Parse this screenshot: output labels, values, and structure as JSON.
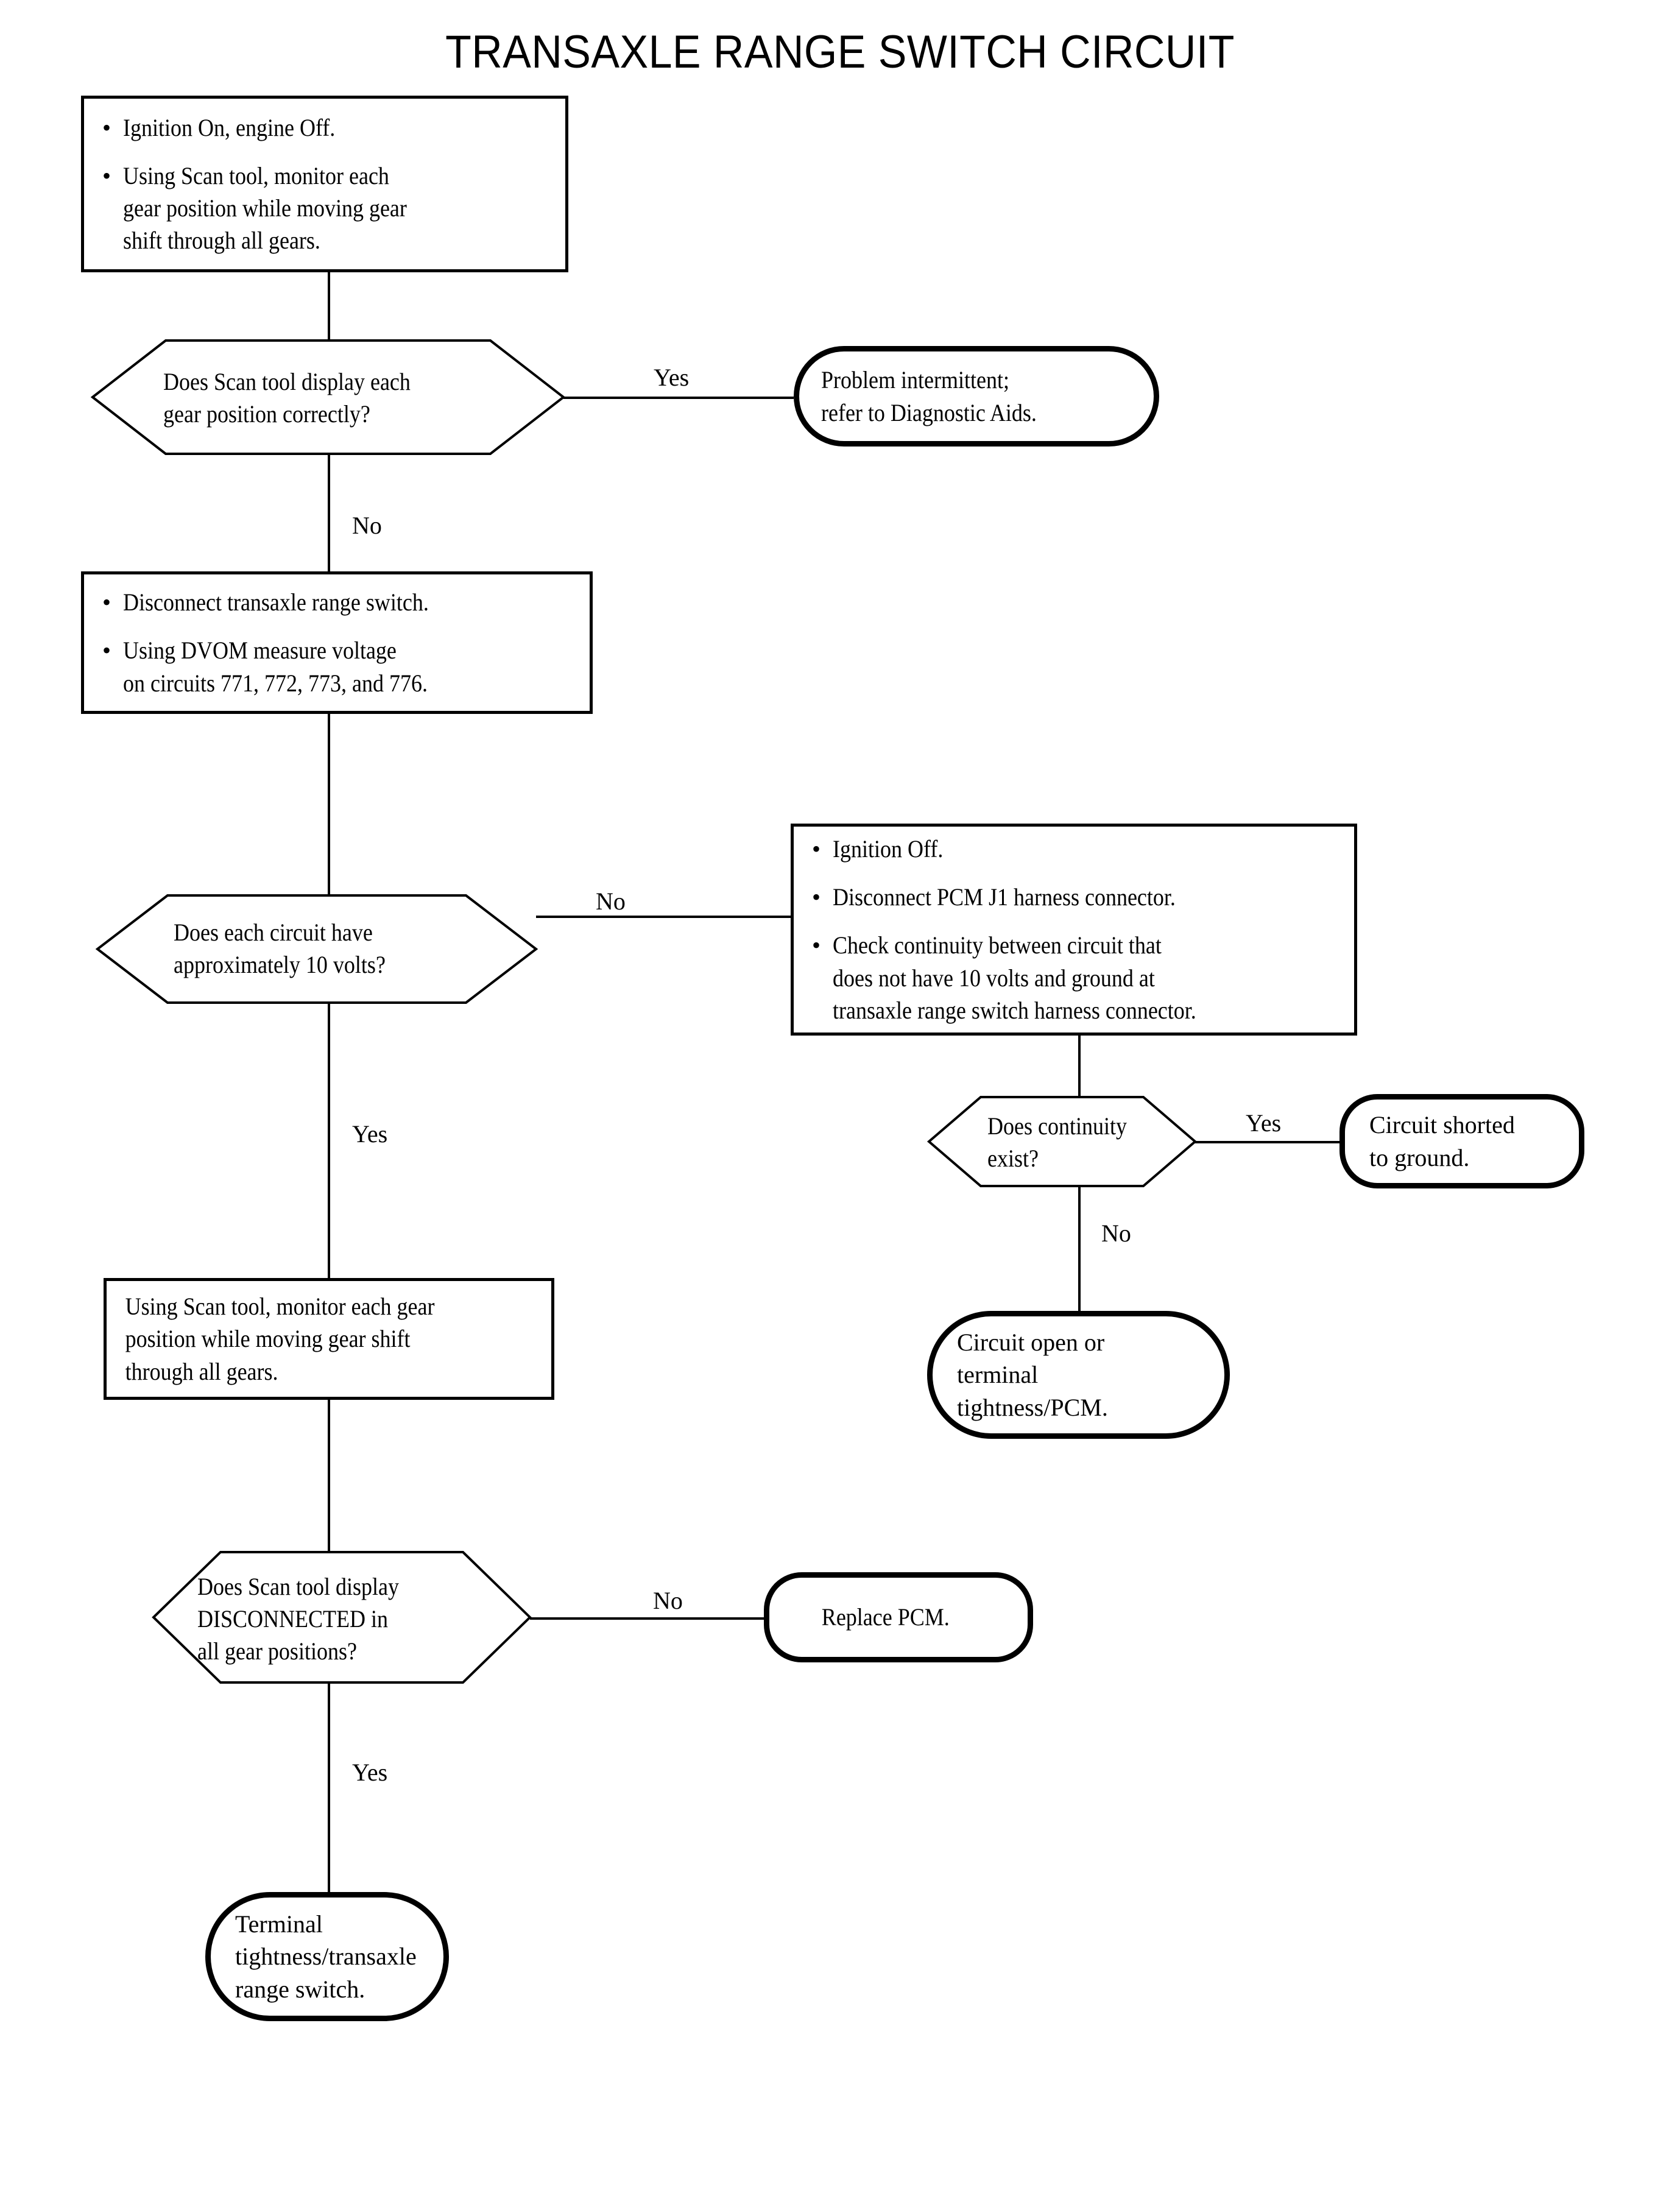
{
  "title": "TRANSAXLE RANGE SWITCH CIRCUIT",
  "nodes": {
    "step1": {
      "type": "process",
      "bullets": [
        "Ignition On, engine Off.",
        "Using Scan tool, monitor each\ngear position while moving gear\nshift through all gears."
      ]
    },
    "decision1": {
      "type": "decision",
      "text": "Does Scan tool display each\ngear position correctly?"
    },
    "terminal_intermittent": {
      "type": "terminal",
      "text": "Problem intermittent;\nrefer to Diagnostic Aids."
    },
    "step2": {
      "type": "process",
      "bullets": [
        "Disconnect transaxle range switch.",
        "Using DVOM measure voltage\non circuits 771, 772, 773, and 776."
      ]
    },
    "decision2": {
      "type": "decision",
      "text": "Does each circuit have\napproximately 10 volts?"
    },
    "step3": {
      "type": "process",
      "bullets": [
        "Ignition Off.",
        "Disconnect PCM J1 harness connector.",
        "Check continuity between circuit that\ndoes not have 10 volts and ground at\ntransaxle range switch harness connector."
      ]
    },
    "decision3": {
      "type": "decision",
      "text": "Does continuity\nexist?"
    },
    "terminal_shorted": {
      "type": "terminal",
      "text": "Circuit shorted\nto ground."
    },
    "terminal_open": {
      "type": "terminal",
      "text": "Circuit open or\nterminal\ntightness/PCM."
    },
    "step4": {
      "type": "process",
      "text": "Using Scan tool, monitor each gear\nposition while moving gear shift\nthrough all gears."
    },
    "decision4": {
      "type": "decision",
      "text": "Does Scan tool display\nDISCONNECTED in\nall gear positions?"
    },
    "terminal_replace_pcm": {
      "type": "terminal",
      "text": "Replace PCM."
    },
    "terminal_tightness": {
      "type": "terminal",
      "text": "Terminal\ntightness/transaxle\nrange switch."
    }
  },
  "edge_labels": {
    "d1_yes": "Yes",
    "d1_no": "No",
    "d2_no": "No",
    "d2_yes": "Yes",
    "d3_yes": "Yes",
    "d3_no": "No",
    "d4_no": "No",
    "d4_yes": "Yes"
  },
  "bullet_glyph": "•",
  "colors": {
    "stroke": "#000000",
    "background": "#ffffff"
  }
}
